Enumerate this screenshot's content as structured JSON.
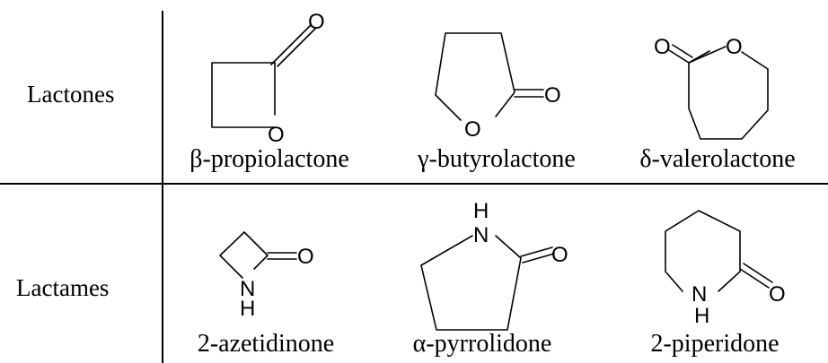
{
  "rows": [
    {
      "label": "Lactones",
      "compounds": [
        {
          "name": "β-propiolactone",
          "atoms": {
            "o_exo": "O",
            "o_ring": "O"
          }
        },
        {
          "name": "γ-butyrolactone",
          "atoms": {
            "o_ring": "O",
            "o_exo": "O"
          }
        },
        {
          "name": "δ-valerolactone",
          "atoms": {
            "o_exo": "O",
            "o_ring": "O"
          }
        }
      ]
    },
    {
      "label": "Lactames",
      "compounds": [
        {
          "name": "2-azetidinone",
          "atoms": {
            "o_exo": "O",
            "n": "N",
            "h": "H"
          }
        },
        {
          "name": "α-pyrrolidone",
          "atoms": {
            "h": "H",
            "n": "N",
            "o_exo": "O"
          }
        },
        {
          "name": "2-piperidone",
          "atoms": {
            "n": "N",
            "h": "H",
            "o_exo": "O"
          }
        }
      ]
    }
  ]
}
